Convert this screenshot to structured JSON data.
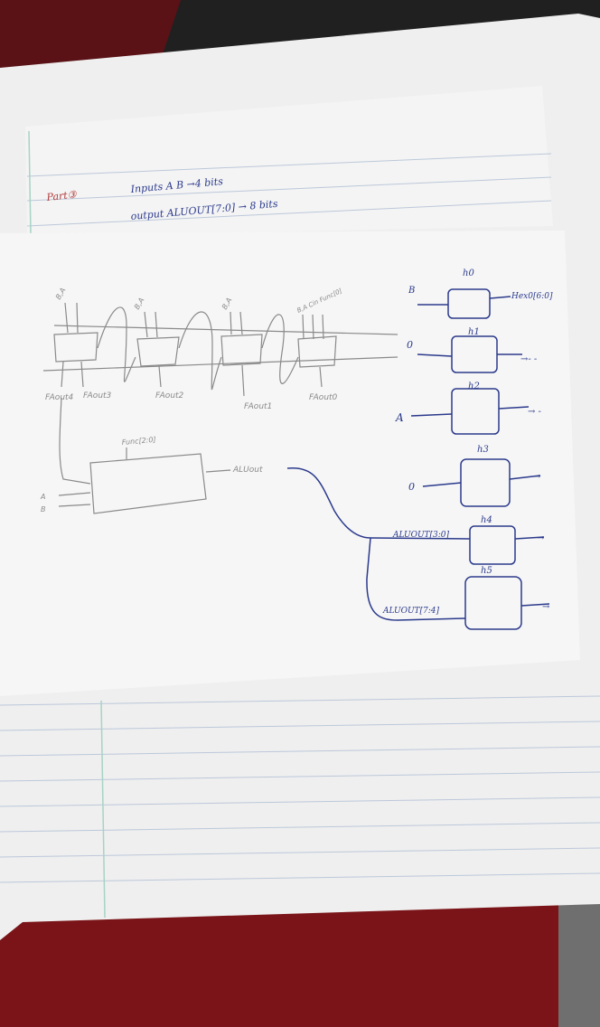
{
  "header": {
    "part_label": "Part③",
    "inputs_line": "Inputs  A    B  →4 bits",
    "output_line": "output   ALUOUT[7:0] → 8 bits"
  },
  "adder_chain": {
    "inputs": [
      {
        "label": "B,A"
      },
      {
        "label": "B,A"
      },
      {
        "label": "B,A"
      },
      {
        "label": "B,A  Cin  Func[0]"
      }
    ],
    "outputs": [
      "FAout4",
      "FAout3",
      "FAout2",
      "FAout1",
      "FAout0"
    ]
  },
  "alu": {
    "func_label": "Func[2:0]",
    "input_a": "A",
    "input_b": "B",
    "output_label": "ALUout"
  },
  "hex_displays": [
    {
      "name": "h0",
      "input": "B",
      "output": "Hex0[6:0]"
    },
    {
      "name": "h1",
      "input": "0",
      "output": "→- -"
    },
    {
      "name": "h2",
      "input": "A",
      "output": "→ -"
    },
    {
      "name": "h3",
      "input": "0",
      "output": "→"
    },
    {
      "name": "h4",
      "input": "ALUOUT[3:0]",
      "output": "→"
    },
    {
      "name": "h5",
      "input": "ALUOUT[7:4]",
      "output": "→"
    }
  ],
  "colors": {
    "background": "#1a1a1a",
    "paper": "#f2f2f2",
    "ruled_line": "#b9c6d8",
    "margin_line": "#a7d3c5",
    "ink_blue": "#2b3a8c",
    "pencil": "#8a8a8a",
    "red_cloth": "#7a1418"
  }
}
